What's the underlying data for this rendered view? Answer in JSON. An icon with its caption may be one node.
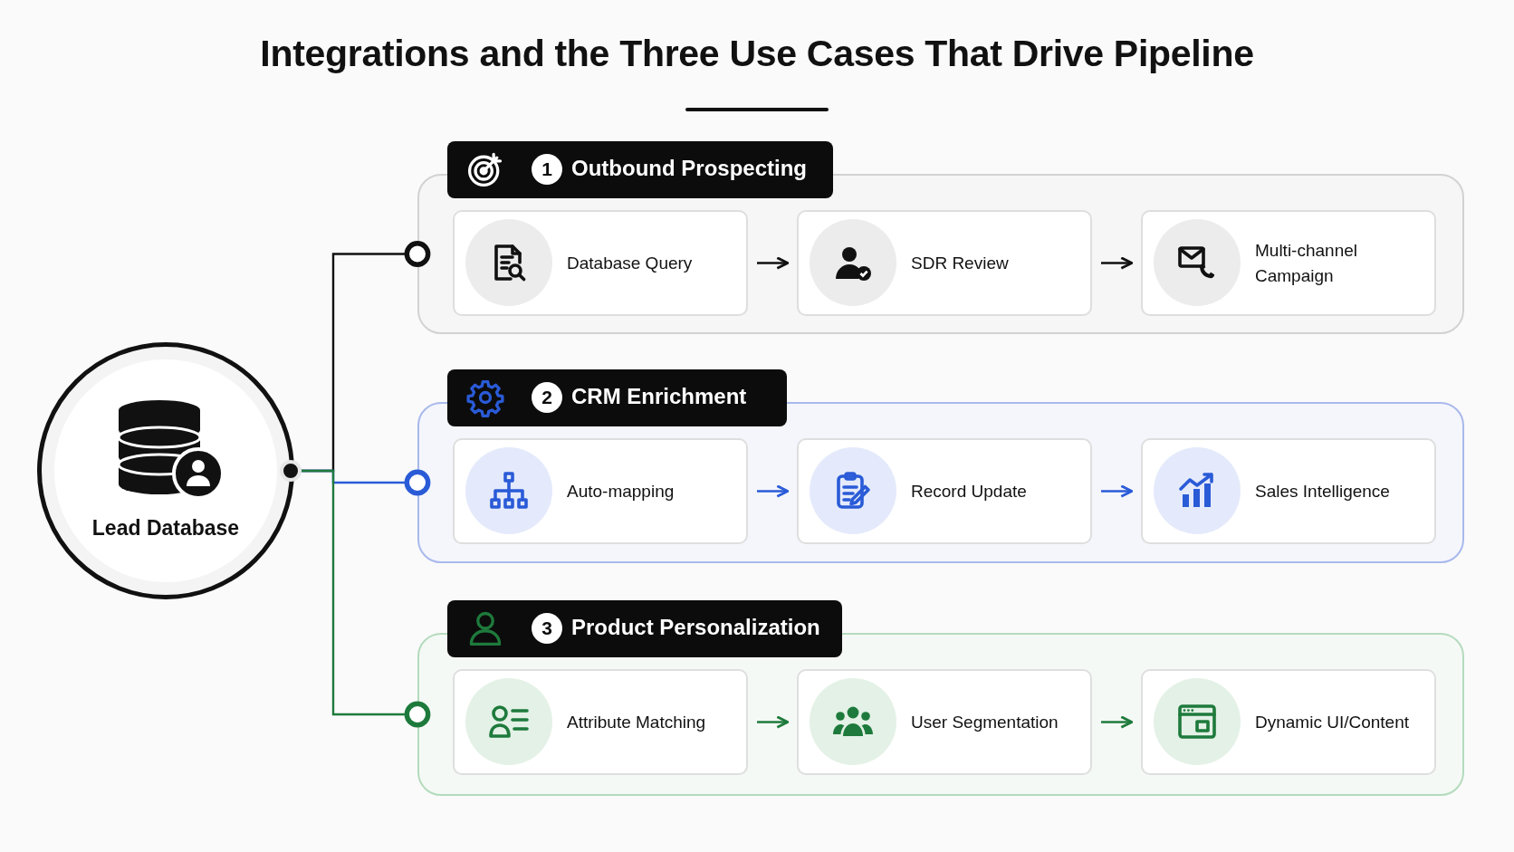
{
  "diagram": {
    "title": "Integrations and the Three Use Cases That Drive Pipeline",
    "nodes": [
      {
        "text": [
          "Lead Database"
        ]
      },
      {
        "text": [
          "1",
          "Outbound Prospecting"
        ]
      },
      {
        "text": [
          "Database Query"
        ],
        "in": 1
      },
      {
        "text": [
          "SDR Review"
        ],
        "in": 1
      },
      {
        "text": [
          "Multi-channel Campaign"
        ],
        "in": 1
      },
      {
        "text": [
          "2",
          "CRM Enrichment"
        ]
      },
      {
        "text": [
          "Auto-mapping"
        ],
        "in": 5
      },
      {
        "text": [
          "Record Update"
        ],
        "in": 5
      },
      {
        "text": [
          "Sales Intelligence"
        ],
        "in": 5
      },
      {
        "text": [
          "3",
          "Product Personalization"
        ]
      },
      {
        "text": [
          "Attribute Matching"
        ],
        "in": 9
      },
      {
        "text": [
          "User Segmentation"
        ],
        "in": 9
      },
      {
        "text": [
          "Dynamic UI/Content"
        ],
        "in": 9
      }
    ],
    "edges": [
      {
        "from": 0,
        "to": 1,
        "arrow": "other"
      },
      {
        "from": 0,
        "to": 5,
        "arrow": "other",
        "color": "#2a5bd7"
      },
      {
        "from": 0,
        "to": 9,
        "arrow": "other",
        "color": "#1e7a3c"
      },
      {
        "from": 2,
        "to": 3,
        "arrow": "to"
      },
      {
        "from": 3,
        "to": 4,
        "arrow": "to"
      },
      {
        "from": 6,
        "to": 7,
        "arrow": "to",
        "color": "#2a5bd7"
      },
      {
        "from": 7,
        "to": 8,
        "arrow": "to",
        "color": "#2a5bd7"
      },
      {
        "from": 10,
        "to": 11,
        "arrow": "to",
        "color": "#1e7a3c"
      },
      {
        "from": 11,
        "to": 12,
        "arrow": "to",
        "color": "#1e7a3c"
      }
    ]
  }
}
